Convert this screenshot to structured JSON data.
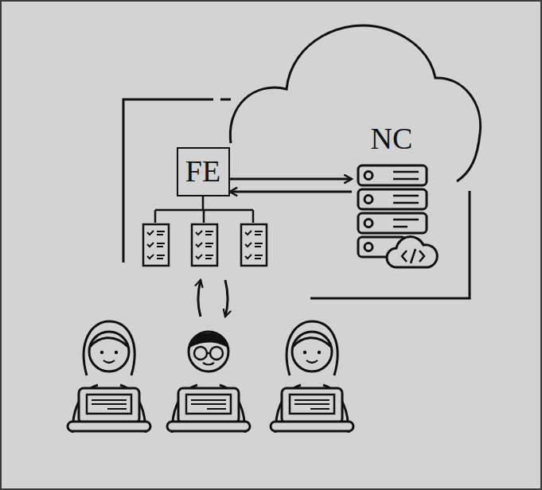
{
  "diagram": {
    "nodes": [
      {
        "text": [
          "FE"
        ]
      },
      {
        "text": [
          "NC"
        ]
      }
    ],
    "edges": [
      {
        "from": 0,
        "to": 1,
        "arrow": "both"
      }
    ]
  }
}
